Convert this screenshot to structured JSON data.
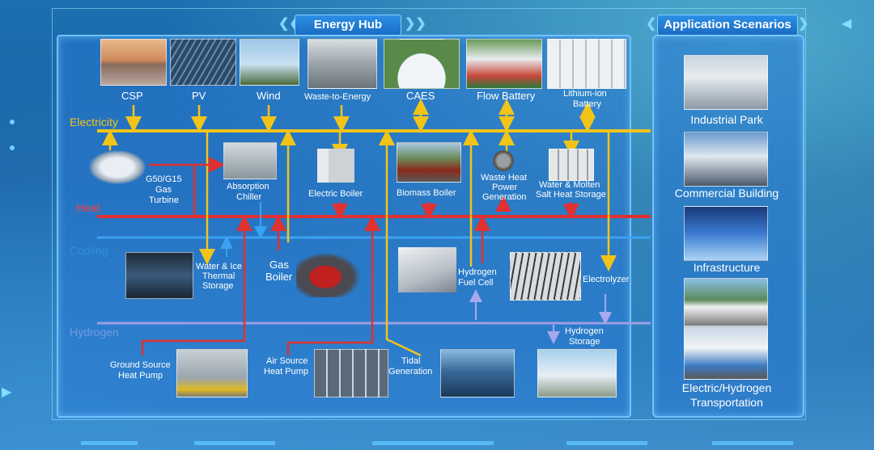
{
  "titles": {
    "hub": "Energy Hub",
    "apps": "Application Scenarios"
  },
  "buses": {
    "electricity": "Electricity",
    "heat": "Heat",
    "cooling": "Cooling",
    "hydrogen": "Hydrogen"
  },
  "colors": {
    "electricity": "#f2c418",
    "heat": "#d92a2a",
    "cooling": "#3aa2f2",
    "hydrogen": "#9e9ee6"
  },
  "top_sources": [
    "CSP",
    "PV",
    "Wind",
    "Waste-to-Energy",
    "CAES",
    "Flow Battery",
    "Lithium-ion",
    "Battery"
  ],
  "equipment": {
    "turbine": [
      "G50/G15",
      "Gas",
      "Turbine"
    ],
    "absorption": [
      "Absorption",
      "Chiller"
    ],
    "electric_boiler": "Electric Boiler",
    "biomass_boiler": "Biomass Boiler",
    "whp": [
      "Waste Heat",
      "Power",
      "Generation"
    ],
    "molten": [
      "Water & Molten",
      "Salt Heat Storage"
    ],
    "ice": [
      "Water & Ice",
      "Thermal",
      "Storage"
    ],
    "gas_boiler": [
      "Gas",
      "Boiler"
    ],
    "fuel_cell": [
      "Hydrogen",
      "Fuel Cell"
    ],
    "electrolyzer": "Electrolyzer",
    "h2_storage": [
      "Hydrogen",
      "Storage"
    ],
    "gshp": [
      "Ground Source",
      "Heat Pump"
    ],
    "ashp": [
      "Air Source",
      "Heat Pump"
    ],
    "tidal": [
      "Tidal",
      "Generation"
    ]
  },
  "applications": [
    "Industrial Park",
    "Commercial Building",
    "Infrastructure",
    "Electric/Hydrogen",
    "Transportation"
  ]
}
